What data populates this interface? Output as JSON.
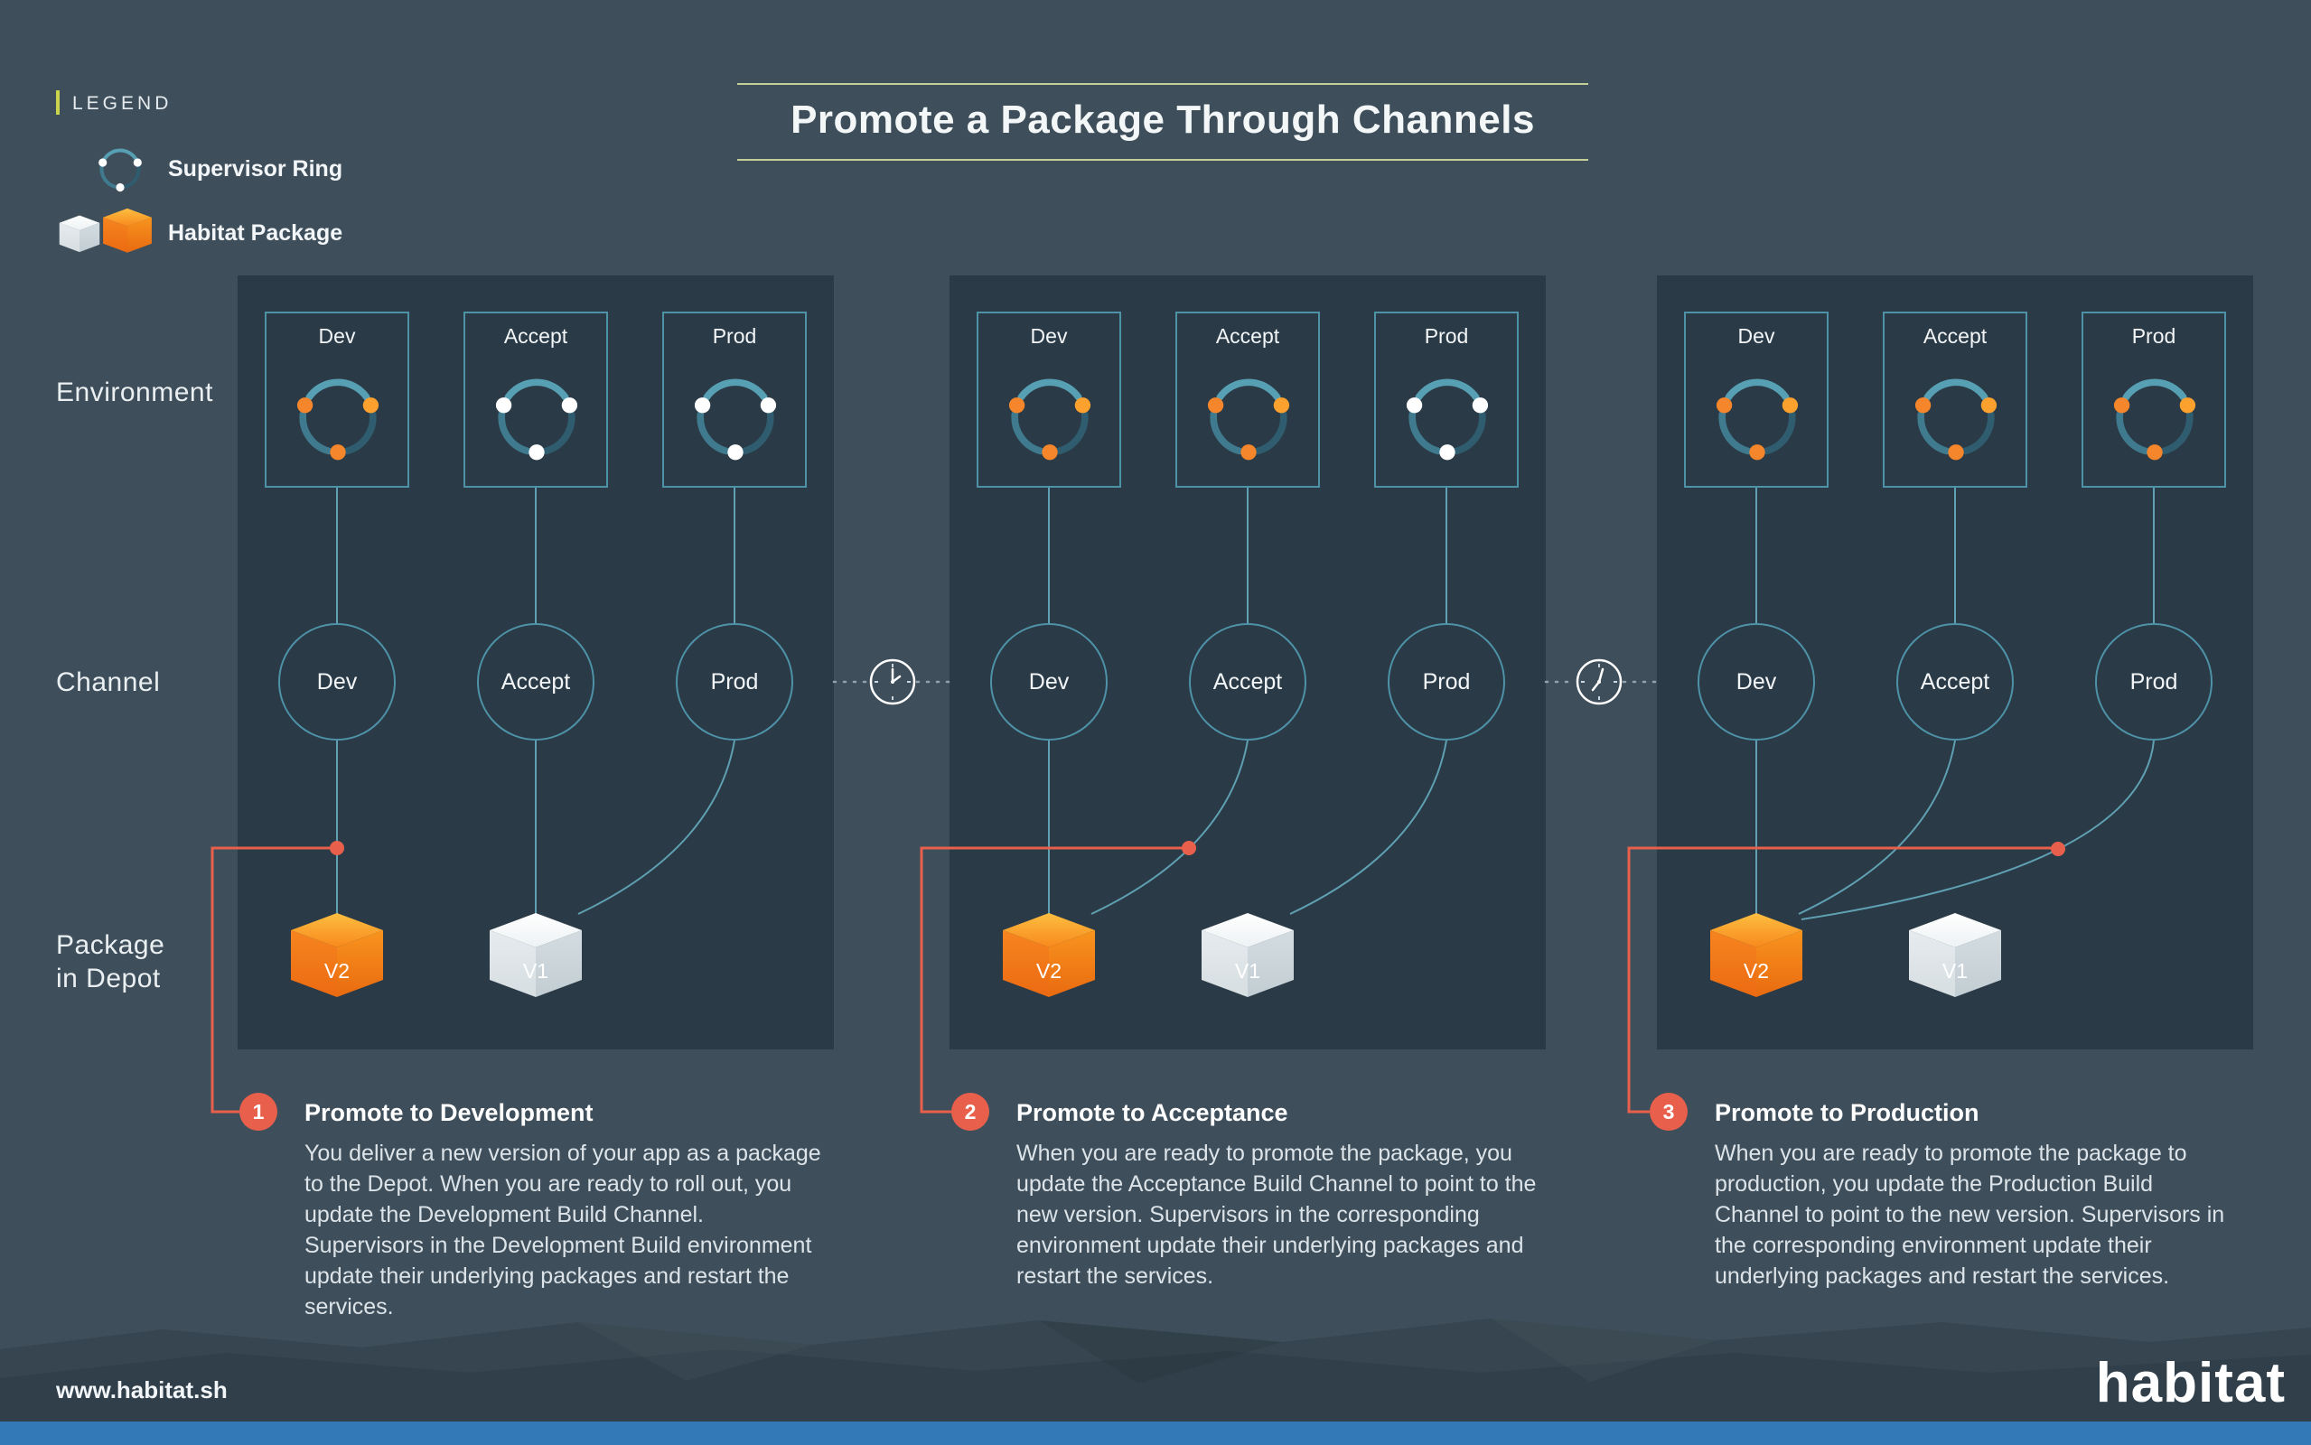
{
  "page": {
    "title": "Promote a Package Through Channels",
    "website": "www.habitat.sh",
    "logo": "habitat"
  },
  "legend": {
    "heading": "LEGEND",
    "items": [
      {
        "label": "Supervisor Ring"
      },
      {
        "label": "Habitat Package"
      }
    ]
  },
  "rows": [
    {
      "label": "Environment"
    },
    {
      "label": "Channel"
    },
    {
      "label": "Package\nin Depot"
    }
  ],
  "colors": {
    "bg": "#3E4E5A",
    "panel": "#2A3A46",
    "box_border": "#4E92A8",
    "line": "#5FA0B2",
    "accent_red": "#E8604C",
    "accent_orange": "#F5862B",
    "legend_accent": "#C9D64B",
    "rule": "#C3CF96",
    "footer_bar": "#3379B8",
    "white": "#FFFFFF"
  },
  "panels": [
    {
      "environments": [
        {
          "label": "Dev",
          "dots": [
            "#F5862B",
            "#FCA12E",
            "#F5862B"
          ]
        },
        {
          "label": "Accept",
          "dots": [
            "#FFFFFF",
            "#FFFFFF",
            "#FFFFFF"
          ]
        },
        {
          "label": "Prod",
          "dots": [
            "#FFFFFF",
            "#FFFFFF",
            "#FFFFFF"
          ]
        }
      ],
      "channels": [
        {
          "label": "Dev"
        },
        {
          "label": "Accept"
        },
        {
          "label": "Prod"
        }
      ],
      "packages": [
        {
          "label": "V2",
          "variant": "orange"
        },
        {
          "label": "V1",
          "variant": "white"
        }
      ],
      "step": {
        "number": "1",
        "heading": "Promote to Development",
        "body": "You deliver a new version of your app as a package to the Depot. When you are ready to roll out, you update the Development Build Channel. Supervisors in the Development Build environment update their underlying packages and restart the services."
      }
    },
    {
      "environments": [
        {
          "label": "Dev",
          "dots": [
            "#F5862B",
            "#FCA12E",
            "#F5862B"
          ]
        },
        {
          "label": "Accept",
          "dots": [
            "#F5862B",
            "#FCA12E",
            "#F5862B"
          ]
        },
        {
          "label": "Prod",
          "dots": [
            "#FFFFFF",
            "#FFFFFF",
            "#FFFFFF"
          ]
        }
      ],
      "channels": [
        {
          "label": "Dev"
        },
        {
          "label": "Accept"
        },
        {
          "label": "Prod"
        }
      ],
      "packages": [
        {
          "label": "V2",
          "variant": "orange"
        },
        {
          "label": "V1",
          "variant": "white"
        }
      ],
      "step": {
        "number": "2",
        "heading": "Promote to Acceptance",
        "body": "When you are ready to promote the package, you update the Acceptance Build Channel to point to the new version. Supervisors in the corresponding environment update their underlying packages and restart the services."
      }
    },
    {
      "environments": [
        {
          "label": "Dev",
          "dots": [
            "#F5862B",
            "#FCA12E",
            "#F5862B"
          ]
        },
        {
          "label": "Accept",
          "dots": [
            "#F5862B",
            "#FCA12E",
            "#F5862B"
          ]
        },
        {
          "label": "Prod",
          "dots": [
            "#F5862B",
            "#FCA12E",
            "#F5862B"
          ]
        }
      ],
      "channels": [
        {
          "label": "Dev"
        },
        {
          "label": "Accept"
        },
        {
          "label": "Prod"
        }
      ],
      "packages": [
        {
          "label": "V2",
          "variant": "orange"
        },
        {
          "label": "V1",
          "variant": "white"
        }
      ],
      "step": {
        "number": "3",
        "heading": "Promote to Production",
        "body": "When you are ready to promote the package to production, you update the Production Build Channel to point to the new version. Supervisors in the corresponding environment update their underlying packages and restart the services."
      }
    }
  ]
}
